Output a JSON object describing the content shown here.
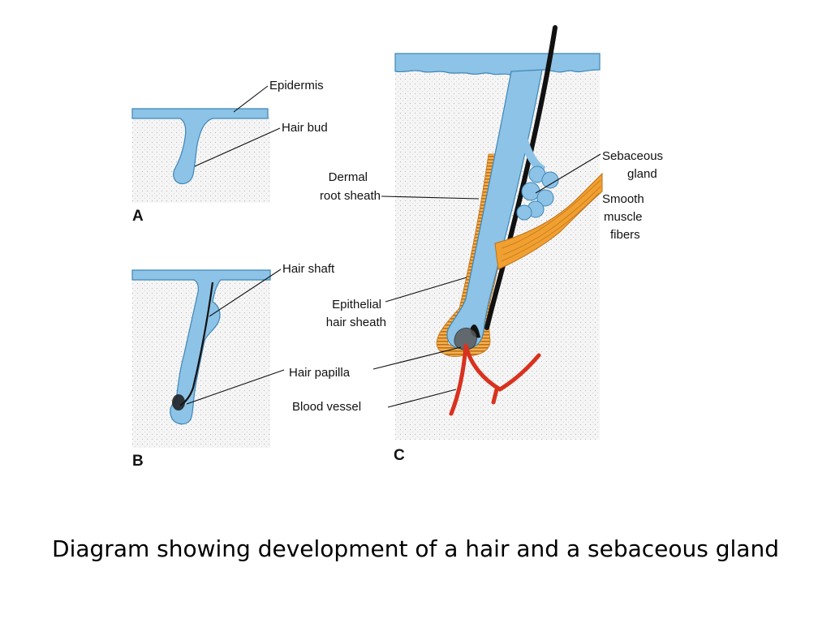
{
  "caption": "Diagram showing development of a hair and a sebaceous gland",
  "panels": {
    "a": "A",
    "b": "B",
    "c": "C"
  },
  "labels": {
    "epidermis": "Epidermis",
    "hair_bud": "Hair bud",
    "hair_shaft": "Hair shaft",
    "dermal_root_sheath": [
      "Dermal",
      "root sheath"
    ],
    "epithelial_hair_sheath": [
      "Epithelial",
      "hair sheath"
    ],
    "hair_papilla": "Hair papilla",
    "blood_vessel": "Blood vessel",
    "sebaceous_gland": [
      "Sebaceous",
      "gland"
    ],
    "smooth_muscle_fibers": [
      "Smooth",
      "muscle",
      "fibers"
    ]
  },
  "colors": {
    "epithelium": "#8cc3e6",
    "epithelium_outline": "#3f86b8",
    "dermis": "#f4f4f4",
    "hair": "#111111",
    "muscle": "#f0a030",
    "root_sheath": "#e0922a",
    "blood_vessel": "#d8321e"
  }
}
